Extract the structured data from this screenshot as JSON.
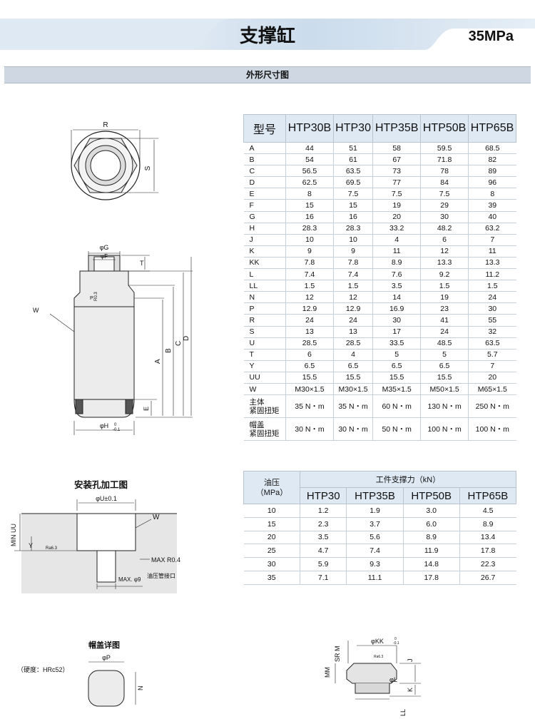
{
  "header": {
    "title": "支撑缸",
    "pressure": "35MPa"
  },
  "section_title": "外形尺寸图",
  "dimension_table": {
    "columns": [
      "型号",
      "HTP30B",
      "HTP30",
      "HTP35B",
      "HTP50B",
      "HTP65B"
    ],
    "rows": [
      [
        "A",
        "44",
        "51",
        "58",
        "59.5",
        "68.5"
      ],
      [
        "B",
        "54",
        "61",
        "67",
        "71.8",
        "82"
      ],
      [
        "C",
        "56.5",
        "63.5",
        "73",
        "78",
        "89"
      ],
      [
        "D",
        "62.5",
        "69.5",
        "77",
        "84",
        "96"
      ],
      [
        "E",
        "8",
        "7.5",
        "7.5",
        "7.5",
        "8"
      ],
      [
        "F",
        "15",
        "15",
        "19",
        "29",
        "39"
      ],
      [
        "G",
        "16",
        "16",
        "20",
        "30",
        "40"
      ],
      [
        "H",
        "28.3",
        "28.3",
        "33.2",
        "48.2",
        "63.2"
      ],
      [
        "J",
        "10",
        "10",
        "4",
        "6",
        "7"
      ],
      [
        "K",
        "9",
        "9",
        "11",
        "12",
        "11"
      ],
      [
        "KK",
        "7.8",
        "7.8",
        "8.9",
        "13.3",
        "13.3"
      ],
      [
        "L",
        "7.4",
        "7.4",
        "7.6",
        "9.2",
        "11.2"
      ],
      [
        "LL",
        "1.5",
        "1.5",
        "3.5",
        "1.5",
        "1.5"
      ],
      [
        "N",
        "12",
        "12",
        "14",
        "19",
        "24"
      ],
      [
        "P",
        "12.9",
        "12.9",
        "16.9",
        "23",
        "30"
      ],
      [
        "R",
        "24",
        "24",
        "30",
        "41",
        "55"
      ],
      [
        "S",
        "13",
        "13",
        "17",
        "24",
        "32"
      ],
      [
        "U",
        "28.5",
        "28.5",
        "33.5",
        "48.5",
        "63.5"
      ],
      [
        "T",
        "6",
        "4",
        "5",
        "5",
        "5.7"
      ],
      [
        "Y",
        "6.5",
        "6.5",
        "6.5",
        "6.5",
        "7"
      ],
      [
        "UU",
        "15.5",
        "15.5",
        "15.5",
        "15.5",
        "20"
      ],
      [
        "W",
        "M30×1.5",
        "M30×1.5",
        "M35×1.5",
        "M50×1.5",
        "M65×1.5"
      ]
    ],
    "torque_rows": [
      {
        "label_1": "主体",
        "label_2": "紧固扭矩",
        "values": [
          "35 N・m",
          "35 N・m",
          "60 N・m",
          "130 N・m",
          "250 N・m"
        ]
      },
      {
        "label_1": "帽盖",
        "label_2": "紧固扭矩",
        "values": [
          "30 N・m",
          "30 N・m",
          "50 N・m",
          "100 N・m",
          "100 N・m"
        ]
      }
    ]
  },
  "support_force_table": {
    "pressure_label_1": "油压",
    "pressure_label_2": "（MPa）",
    "group_header": "工件支撑力（kN）",
    "columns": [
      "HTP30",
      "HTP35B",
      "HTP50B",
      "HTP65B"
    ],
    "rows": [
      [
        "10",
        "1.2",
        "1.9",
        "3.0",
        "4.5"
      ],
      [
        "15",
        "2.3",
        "3.7",
        "6.0",
        "8.9"
      ],
      [
        "20",
        "3.5",
        "5.6",
        "8.9",
        "13.4"
      ],
      [
        "25",
        "4.7",
        "7.4",
        "11.9",
        "17.8"
      ],
      [
        "30",
        "5.9",
        "9.3",
        "14.8",
        "22.3"
      ],
      [
        "35",
        "7.1",
        "11.1",
        "17.8",
        "26.7"
      ]
    ]
  },
  "drawings": {
    "top_view": {
      "r": "R",
      "s": "S"
    },
    "side_view": {
      "g": "φG",
      "f": "φF",
      "t": "T",
      "w": "W",
      "a": "A",
      "b": "B",
      "c": "C",
      "d": "D",
      "e": "E",
      "h": "φH",
      "h_tol_upper": "0",
      "h_tol_lower": "-0.1",
      "p": "P",
      "rc": "R0.3"
    },
    "mounting": {
      "title": "安装孔加工图",
      "u": "φU±0.1",
      "w": "W",
      "min_uu": "MIN UU",
      "y": "Y",
      "ra": "Ra6.3",
      "max_r": "MAX R0.4",
      "max_9": "MAX. φ9",
      "oil_port": "油压管接口"
    },
    "cap": {
      "title": "帽盖详图",
      "hardness": "（硬度：HRc52）",
      "p": "φP",
      "n": "N"
    },
    "piston": {
      "kk": "φKK",
      "kk_tol_upper": "0",
      "kk_tol_lower": "-0.1",
      "mm": "MM",
      "sr_m": "SR M",
      "j": "J",
      "l": "φL",
      "k": "K",
      "ll": "LL",
      "ra": "Ra6.3"
    }
  }
}
